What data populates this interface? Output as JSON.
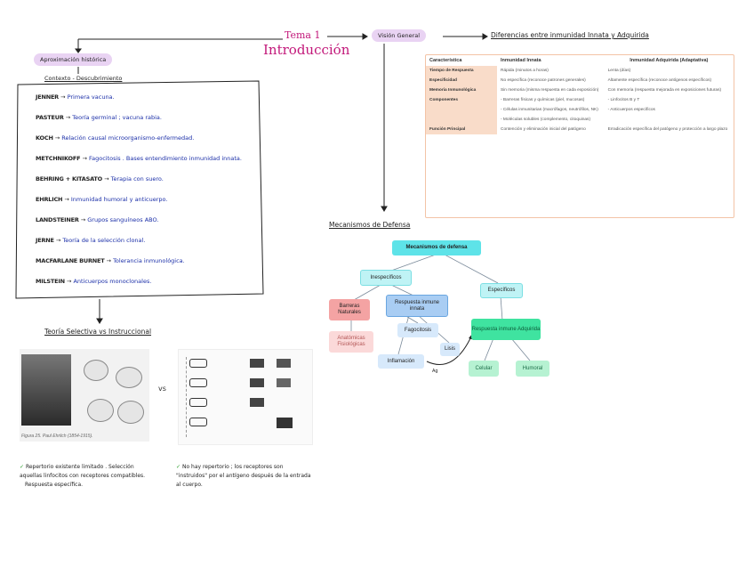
{
  "header": {
    "tema": "Tema 1",
    "title": "Introducción",
    "vision_general": "Visión General",
    "diferencias_title": "Diferencias entre inmunidad Innata y Adquirida",
    "aproximacion": "Aproximación histórica",
    "contexto": "Contexto - Descubrimiento"
  },
  "scientists": [
    {
      "name": "JENNER",
      "desc": "Primera vacuna."
    },
    {
      "name": "PASTEUR",
      "desc": "Teoría germinal ; vacuna rabia."
    },
    {
      "name": "KOCH",
      "desc": "Relación causal microorganismo-enfermedad."
    },
    {
      "name": "METCHNIKOFF",
      "desc": "Fagocitosis . Bases entendimiento inmunidad innata."
    },
    {
      "name": "BEHRING + KITASATO",
      "desc": "Terapia con suero."
    },
    {
      "name": "EHRLICH",
      "desc": "Inmunidad humoral y anticuerpo."
    },
    {
      "name": "LANDSTEINER",
      "desc": "Grupos sanguíneos ABO."
    },
    {
      "name": "JERNE",
      "desc": "Teoría de la selección clonal."
    },
    {
      "name": "MACFARLANE BURNET",
      "desc": "Tolerancia inmunológica."
    },
    {
      "name": "MILSTEIN",
      "desc": "Anticuerpos monoclonales."
    }
  ],
  "teoria": {
    "title": "Teoría Selectiva vs Instruccional",
    "vs": "vs",
    "figure_caption": "Figura 25. Paul Ehrlich (1854-1915).",
    "left_note_line1": "Repertorio existente limitado . Selección",
    "left_note_line2": "aquellas linfocitos con receptores compatibles.",
    "left_note_line3": "Respuesta específica.",
    "right_note_line1": "No hay repertorio ; los receptores son",
    "right_note_line2": "\"instruidos\" por el antígeno después de la entrada",
    "right_note_line3": "al cuerpo.",
    "check": "✓"
  },
  "table": {
    "headers": [
      "Característica",
      "Inmunidad Innata",
      "Inmunidad Adquirida (Adaptativa)"
    ],
    "rows": [
      {
        "c": "Tiempo de Respuesta",
        "i": "Rápida (minutos a horas)",
        "a": "Lenta (días)"
      },
      {
        "c": "Especificidad",
        "i": "No específica (reconoce patrones generales)",
        "a": "Altamente específica (reconoce antígenos específicos)"
      },
      {
        "c": "Memoria Inmunológica",
        "i": "Sin memoria (misma respuesta en cada exposición)",
        "a": "Con memoria (respuesta mejorada en exposiciones futuras)"
      },
      {
        "c": "Componentes",
        "i": "- Barreras físicas y químicas (piel, mucosas)",
        "a": "- Linfocitos B y T"
      },
      {
        "c": "",
        "i": "- Células inmunitarias (macrófagos, neutrófilos, NK)",
        "a": "- Anticuerpos específicos"
      },
      {
        "c": "",
        "i": "- Moléculas solubles (complemento, citoquinas)",
        "a": ""
      },
      {
        "c": "Función Principal",
        "i": "Contención y eliminación inicial del patógeno",
        "a": "Erradicación específica del patógeno y protección a largo plazo"
      }
    ]
  },
  "mecanismos": {
    "title": "Mecanismos de Defensa",
    "root": "Mecanismos de defensa",
    "inespecificos": "Inespecíficos",
    "especificos": "Específicos",
    "barreras": "Barreras Naturales",
    "respuesta_innata": "Respuesta inmune innata",
    "anatomicas": "Anatómicas Fisiológicas",
    "fagocitosis": "Fagocitosis",
    "lisis": "Lisis",
    "inflamacion": "Inflamación",
    "adquirida": "Respuesta inmune Adquirida",
    "celular": "Celular",
    "humoral": "Humoral",
    "small_label": "Ag"
  },
  "colors": {
    "pink_title": "#c2187a",
    "pill": "#e9d3f3",
    "table_border": "#f3c3a6",
    "table_rowhead": "#f9dcc9",
    "node_root": "#5ee3e8",
    "node_cyan_light": "#bff3f5",
    "node_red": "#f4a3a3",
    "node_blue": "#a9cdf3",
    "node_green": "#3fe3a0",
    "node_green_light": "#b6f2d2"
  }
}
